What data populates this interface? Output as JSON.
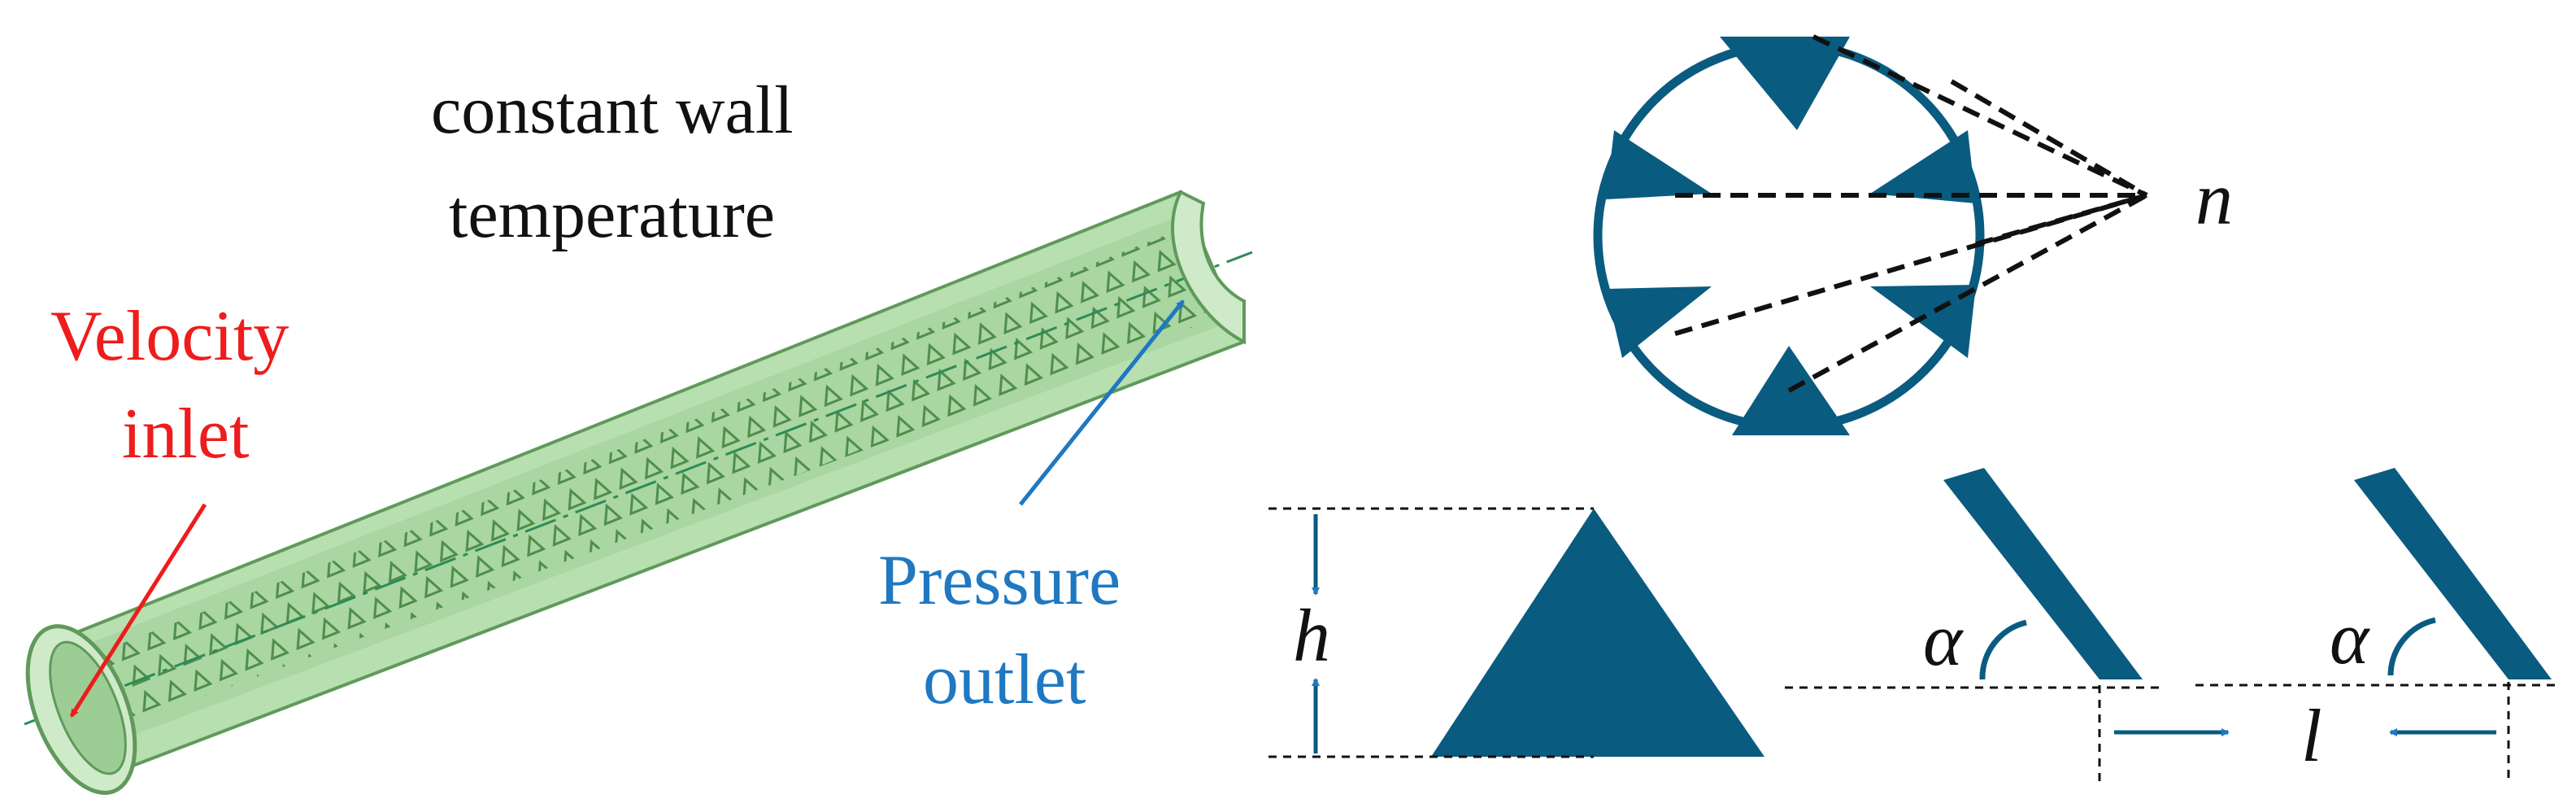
{
  "labels": {
    "wall_line1": "constant wall",
    "wall_line2": "temperature",
    "inlet_line1": "Velocity",
    "inlet_line2": "inlet",
    "outlet_line1": "Pressure",
    "outlet_line2": "outlet"
  },
  "symbols": {
    "n": "n",
    "h": "h",
    "alpha_1": "α",
    "alpha_2": "α",
    "l": "l"
  },
  "colors": {
    "pipe_fill": "#b7dfb0",
    "pipe_edge": "#5f9a5a",
    "centerline": "#2e8b57",
    "vortex_generator": "#0a5b80",
    "inlet_text": "#ee1c1c",
    "outlet_text": "#1f78c1",
    "dashed": "#111111"
  },
  "icons": [
    "pipe-with-vortex-generators",
    "cross-section-circle",
    "triangle-generator",
    "inclined-generator"
  ]
}
